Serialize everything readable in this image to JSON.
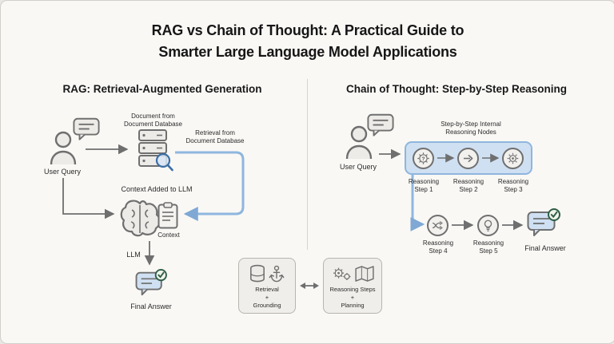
{
  "header": {
    "title": "RAG vs Chain of Thought: A Practical Guide to\nSmarter Large Language Model Applications"
  },
  "rag": {
    "heading": "RAG: Retrieval-Augmented Generation",
    "user_query_label": "User Query",
    "document_label": "Document from\nDocument Database",
    "retrieval_label": "Retrieval from\nDocument Database",
    "context_added_label": "Context Added to LLM",
    "context_label": "Context",
    "llm_label": "LLM",
    "final_answer_label": "Final Answer"
  },
  "cot": {
    "heading": "Chain of Thought: Step-by-Step Reasoning",
    "user_query_label": "User Query",
    "nodes_label": "Step-by-Step Internal\nReasoning Nodes",
    "steps": [
      {
        "label": "Reasoning\nStep 1"
      },
      {
        "label": "Reasoning\nStep 2"
      },
      {
        "label": "Reasoning\nStep 3"
      },
      {
        "label": "Reasoning\nStep 4"
      },
      {
        "label": "Reasoning\nStep 5"
      }
    ],
    "final_answer_label": "Final Answer"
  },
  "legend": {
    "retrieval_box_label": "Retrieval\n+\nGrounding",
    "reasoning_box_label": "Reasoning Steps\n+\nPlanning"
  },
  "colors": {
    "accent_blue": "#8fb6de",
    "highlight_fill": "#cfe0f2",
    "icon_fill": "#edebe8",
    "icon_stroke": "#6f6f6f",
    "check_green": "#2f5d46",
    "text": "#1f1f1f"
  }
}
